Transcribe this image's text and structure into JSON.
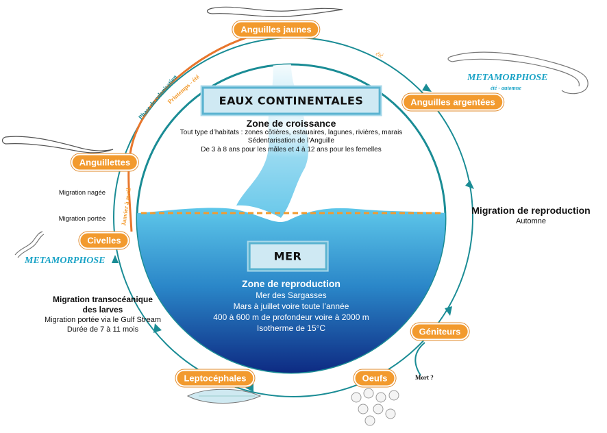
{
  "colors": {
    "cycle_arrow": "#1a8c95",
    "stage_fill": "#f29a2e",
    "colonisation_line": "#e8762c",
    "meta_text": "#1aa3c6",
    "sea_top": "#5ec7ea",
    "sea_bottom": "#0a1f7a",
    "dashed_line": "#f29a2e"
  },
  "stages": {
    "anguilles_jaunes": "Anguilles jaunes",
    "anguilles_argentees": "Anguilles argentées",
    "geniteurs": "Géniteurs",
    "oeufs": "Oeufs",
    "leptocephales": "Leptocéphales",
    "civelles": "Civelles",
    "anguillettes": "Anguillettes"
  },
  "eaux": {
    "title": "EAUX CONTINENTALES",
    "heading": "Zone de croissance",
    "line1": "Tout type d’habitats : zones côtières, estauaires, lagunes, rivières, marais",
    "line2": "Sédentarisation de l’Anguille",
    "line3": "De 3 à 8 ans pour les mâles et 4 à 12 ans pour les femelles"
  },
  "mer": {
    "title": "MER",
    "heading": "Zone de reproduction",
    "line1": "Mer des Sargasses",
    "line2": "Mars à juillet voire toute l’année",
    "line3": "400 à 600 m de profondeur voire à 2000 m",
    "line4": "Isotherme de 15°C"
  },
  "labels": {
    "ete": "été",
    "meta_right": "METAMORPHOSE",
    "meta_right_sub": "été - automne",
    "meta_left": "METAMORPHOSE",
    "migration_repro_title": "Migration de reproduction",
    "migration_repro_sub": "Automne",
    "mort": "Mort ?",
    "migration_nagee": "Migration nagée",
    "migration_portee": "Migration portée",
    "transoceanique_title_1": "Migration transocéanique",
    "transoceanique_title_2": "des larves",
    "transoceanique_line1": "Migration portée via le Gulf Stream",
    "transoceanique_line2": "Durée de 7 à 11 mois",
    "phase_colonisation": "Phase de colonisation",
    "printemps_ete": "Printemps - été",
    "janvier_avril": "Janvier à avril"
  }
}
